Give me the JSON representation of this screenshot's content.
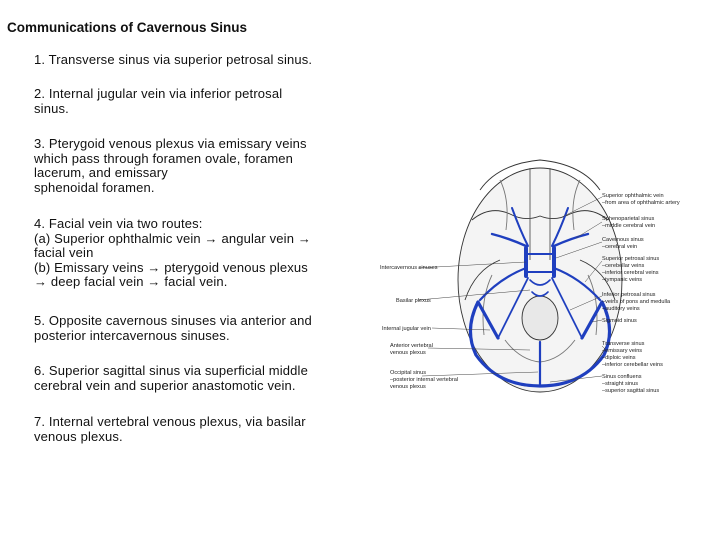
{
  "slide": {
    "title": "Communications of Cavernous Sinus",
    "items": [
      "1. Transverse sinus via superior petrosal sinus.",
      "2. Internal jugular vein via inferior petrosal\nsinus.",
      "3. Pterygoid venous plexus via emissary veins\nwhich pass through foramen ovale, foramen\nlacerum, and emissary\nsphenoidal foramen.",
      "4. Facial vein via two routes:\n(a) Superior ophthalmic vein → angular vein →\nfacial vein\n(b) Emissary veins → pterygoid venous plexus\n→ deep facial vein → facial vein.",
      "5. Opposite cavernous sinuses via anterior and\nposterior intercavernous sinuses.",
      "6. Superior sagittal sinus via superficial middle\ncerebral vein and superior anastomotic vein.",
      "7. Internal vertebral venous plexus, via basilar\nvenous plexus."
    ]
  },
  "figure": {
    "vein_color": "#1f3fbf",
    "labels_right": [
      "Superior ophthalmic vein",
      "–from area of ophthalmic artery",
      "Sphenoparietal sinus",
      "–middle cerebral vein",
      "Cavernous sinus",
      "–cerebral vein",
      "Superior petrosal sinus",
      "–cerebellar veins",
      "–inferior cerebral veins",
      "–tympanic veins",
      "Inferior petrosal sinus",
      "–veins of pons and medulla",
      "–auditory veins",
      "Sigmoid sinus",
      "Transverse sinus",
      "–emissary veins",
      "–diploic veins",
      "–inferior cerebellar veins",
      "Sinus confluens",
      "–straight sinus",
      "–superior sagittal sinus"
    ],
    "labels_left": [
      "Intercavernous sinuses",
      "Basilar plexus",
      "Internal jugular vein",
      "Anterior vertebral",
      "venous plexus",
      "Occipital sinus",
      "–posterior internal vertebral",
      "venous plexus"
    ]
  }
}
